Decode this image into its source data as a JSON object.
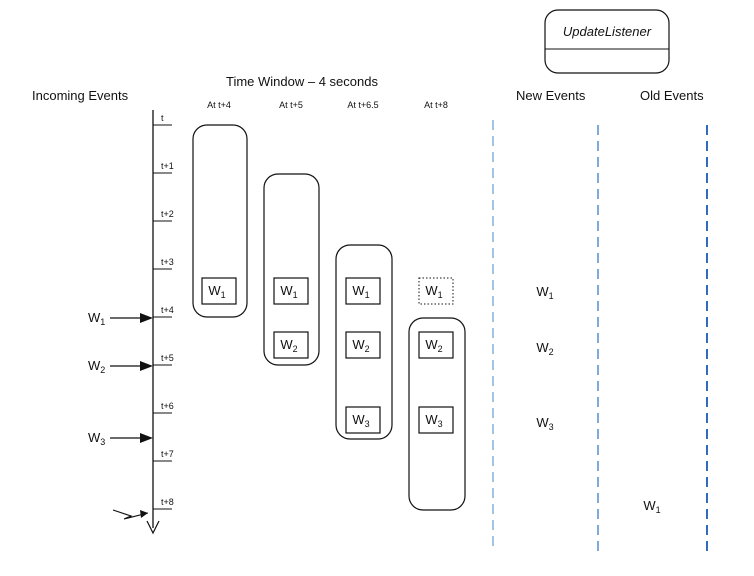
{
  "update_listener": {
    "title": "UpdateListener"
  },
  "headers": {
    "incoming": "Incoming Events",
    "time_window": "Time Window – 4 seconds",
    "new_events": "New Events",
    "old_events": "Old Events"
  },
  "timeline": {
    "ticks": [
      "t",
      "t+1",
      "t+2",
      "t+3",
      "t+4",
      "t+5",
      "t+6",
      "t+7",
      "t+8"
    ]
  },
  "incoming_events": [
    {
      "base": "W",
      "sub": "1"
    },
    {
      "base": "W",
      "sub": "2"
    },
    {
      "base": "W",
      "sub": "3"
    }
  ],
  "snapshots": [
    {
      "label": "At t+4",
      "events": [
        {
          "base": "W",
          "sub": "1"
        }
      ]
    },
    {
      "label": "At t+5",
      "events": [
        {
          "base": "W",
          "sub": "1"
        },
        {
          "base": "W",
          "sub": "2"
        }
      ]
    },
    {
      "label": "At t+6.5",
      "events": [
        {
          "base": "W",
          "sub": "1"
        },
        {
          "base": "W",
          "sub": "2"
        },
        {
          "base": "W",
          "sub": "3"
        }
      ]
    },
    {
      "label": "At t+8",
      "events": [
        {
          "base": "W",
          "sub": "1",
          "expired": true
        },
        {
          "base": "W",
          "sub": "2"
        },
        {
          "base": "W",
          "sub": "3"
        }
      ]
    }
  ],
  "new_events": [
    {
      "base": "W",
      "sub": "1"
    },
    {
      "base": "W",
      "sub": "2"
    },
    {
      "base": "W",
      "sub": "3"
    }
  ],
  "old_events": [
    {
      "base": "W",
      "sub": "1"
    }
  ],
  "colors": {
    "stroke": "#111111",
    "dash_light": "#8eb6e0",
    "dash_mid": "#5f95d0",
    "dash_dark": "#2f6cc0"
  }
}
